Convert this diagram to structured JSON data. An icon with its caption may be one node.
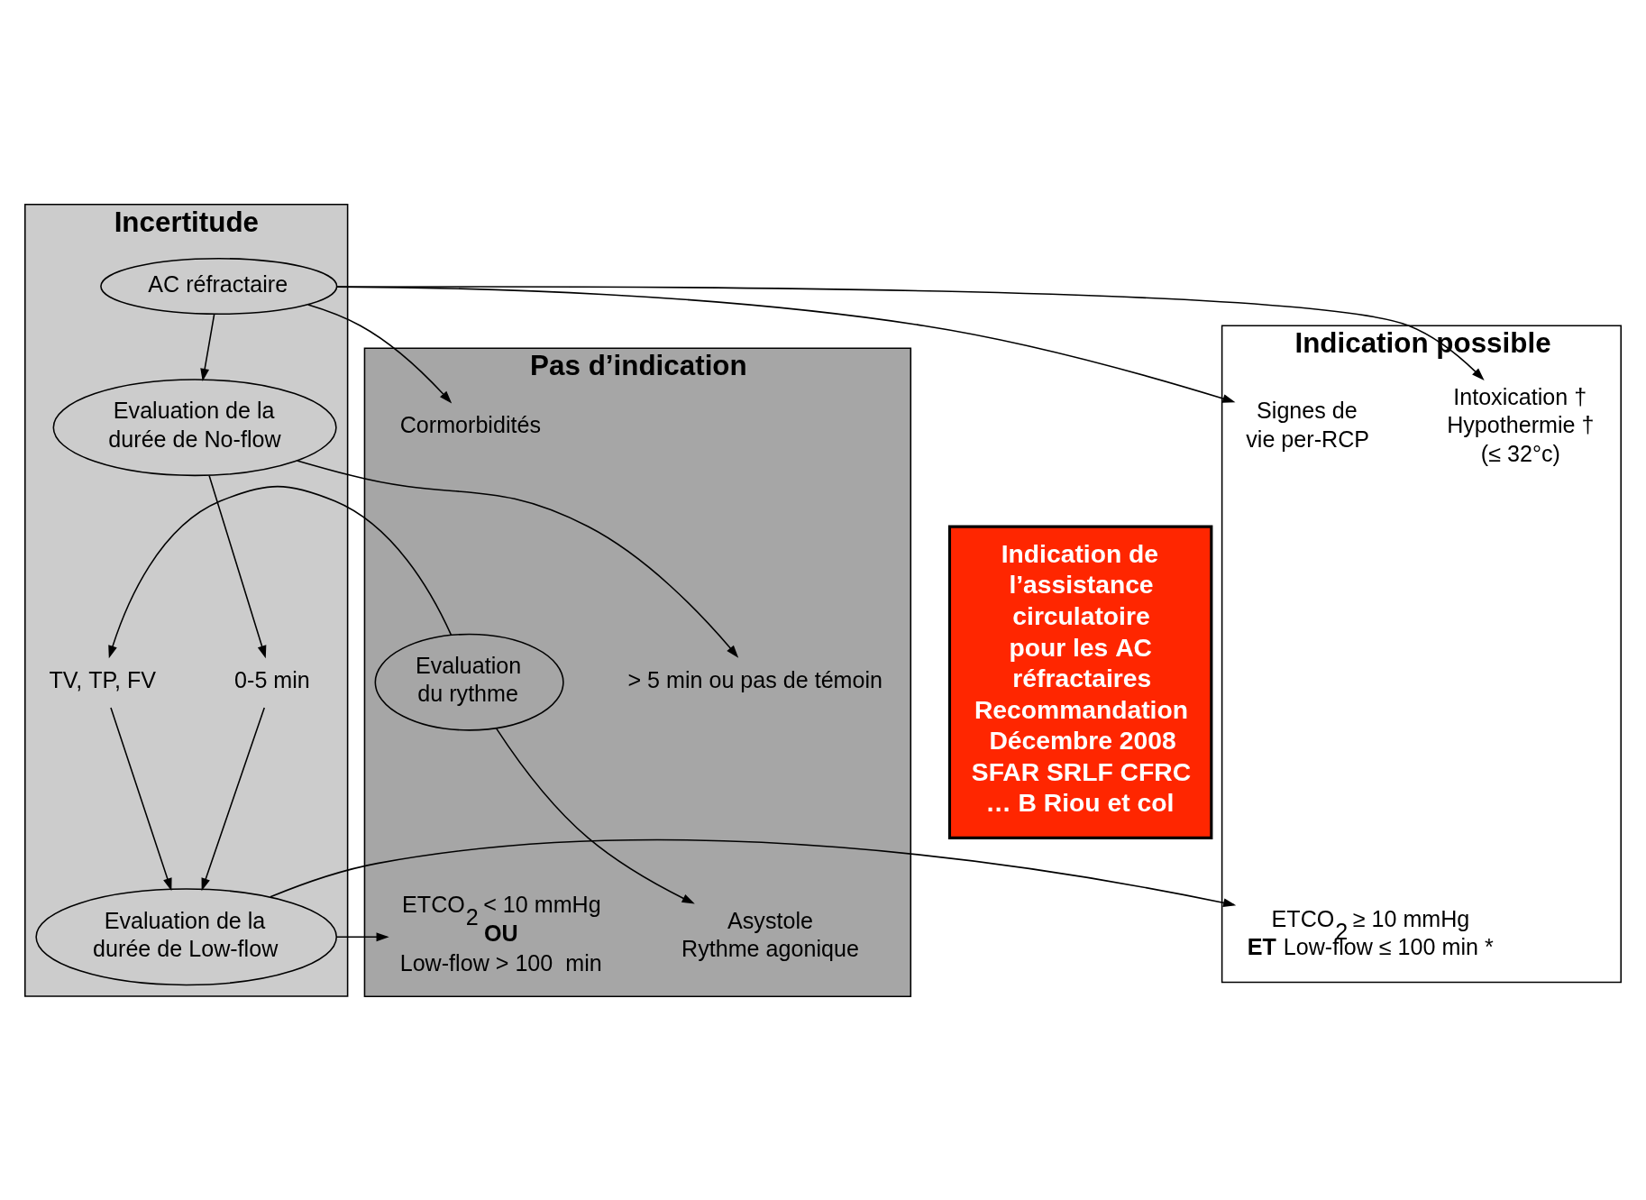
{
  "diagram": {
    "nodes": [
      {
        "text": [
          "Indication possible"
        ]
      },
      {
        "text": [
          "Incertitude"
        ]
      },
      {
        "text": [
          "Pas d’indication"
        ]
      },
      {
        "text": [
          "AC réfractaire"
        ],
        "in": 1
      },
      {
        "text": [
          "Cormorbidités"
        ],
        "in": 2
      },
      {
        "text": [
          "Intoxication † Hypothermie † (≤ 32°c)"
        ],
        "in": 0
      },
      {
        "text": [
          "Signes de vie per-RCP"
        ],
        "in": 0
      },
      {
        "text": [
          "Evaluation de la durée de No-flow"
        ],
        "in": 1
      },
      {
        "text": [
          "0-5 min"
        ],
        "in": 1
      },
      {
        "text": [
          "> 5 min ou pas de témoin"
        ],
        "in": 2
      },
      {
        "text": [
          "Evaluation du rythme"
        ],
        "in": 2
      },
      {
        "text": [
          "TV, TP, FV"
        ],
        "in": 1
      },
      {
        "text": [
          "Asystole Rythme agonique"
        ],
        "in": 2
      },
      {
        "text": [
          "Evaluation de la durée de Low-flow"
        ],
        "in": 1
      },
      {
        "text": [
          "ETCO$_{2}$ ≥ 10 mmHg",
          "**ET** Low-flow ≤ 100 min *"
        ],
        "in": 0
      },
      {
        "text": [
          "ETCO$_{2}$ < 10 mmHg",
          "OU",
          "Low-flow > 100  min"
        ],
        "in": 2
      },
      {
        "text": [
          "Indication de l’assistance circulatoire pour les AC réfractaires Recommandation Décembre 2008 SFAR SRLF CFRC … B Riou et col"
        ]
      }
    ],
    "edges": [
      {
        "from": 3,
        "to": 4,
        "arrow": "to"
      },
      {
        "from": 3,
        "to": 5,
        "arrow": "to"
      },
      {
        "from": 3,
        "to": 6,
        "arrow": "to"
      },
      {
        "from": 3,
        "to": 7,
        "arrow": "to"
      },
      {
        "from": 7,
        "to": 8,
        "arrow": "to"
      },
      {
        "from": 7,
        "to": 9,
        "arrow": "to"
      },
      {
        "from": 8,
        "to": 13,
        "arrow": "to"
      },
      {
        "from": 11,
        "to": 13,
        "arrow": "to"
      },
      {
        "from": 10,
        "to": 11,
        "arrow": "to"
      },
      {
        "from": 10,
        "to": 12,
        "arrow": "to"
      },
      {
        "from": 13,
        "to": 14,
        "arrow": "to"
      },
      {
        "from": 13,
        "to": 15,
        "arrow": "to"
      }
    ]
  }
}
